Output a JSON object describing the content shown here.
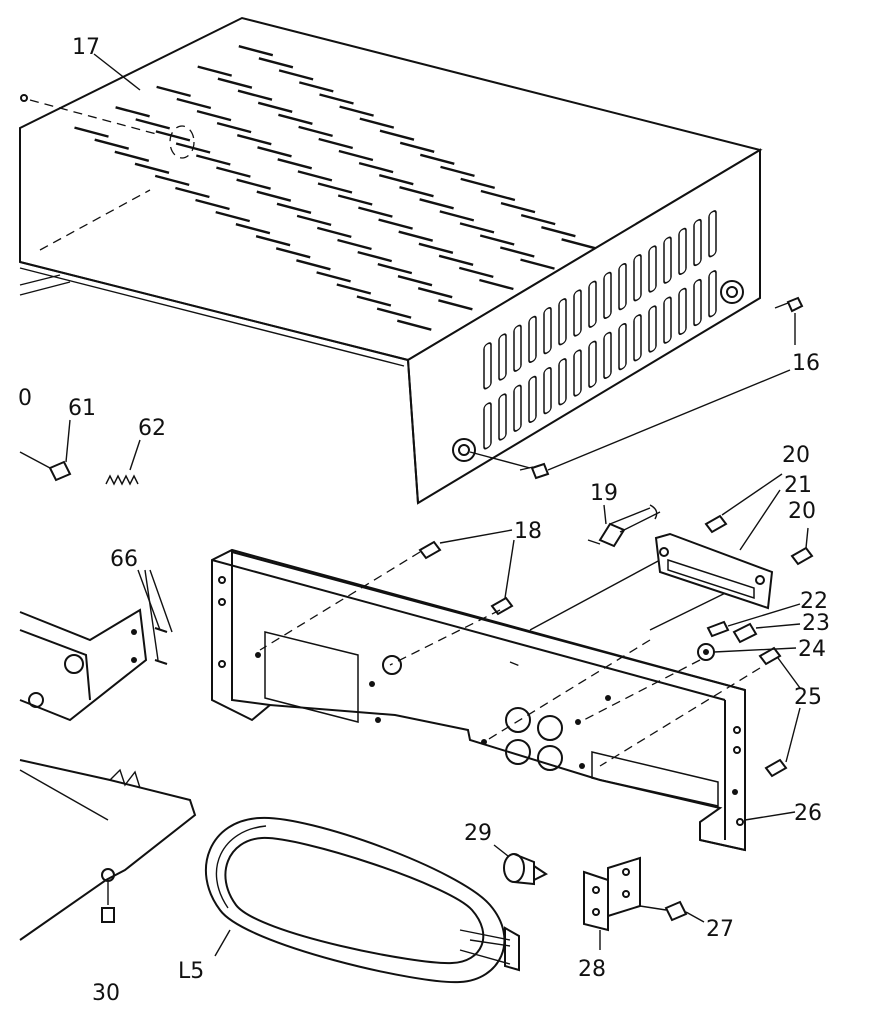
{
  "labels": {
    "l17": "17",
    "l16": "16",
    "l0": "0",
    "l61": "61",
    "l62": "62",
    "l66": "66",
    "l18": "18",
    "l19": "19",
    "l20a": "20",
    "l21": "21",
    "l20b": "20",
    "l22": "22",
    "l23": "23",
    "l24": "24",
    "l25": "25",
    "l26": "26",
    "l29": "29",
    "l27": "27",
    "l28": "28",
    "lL5": "L5",
    "l30": "30"
  }
}
